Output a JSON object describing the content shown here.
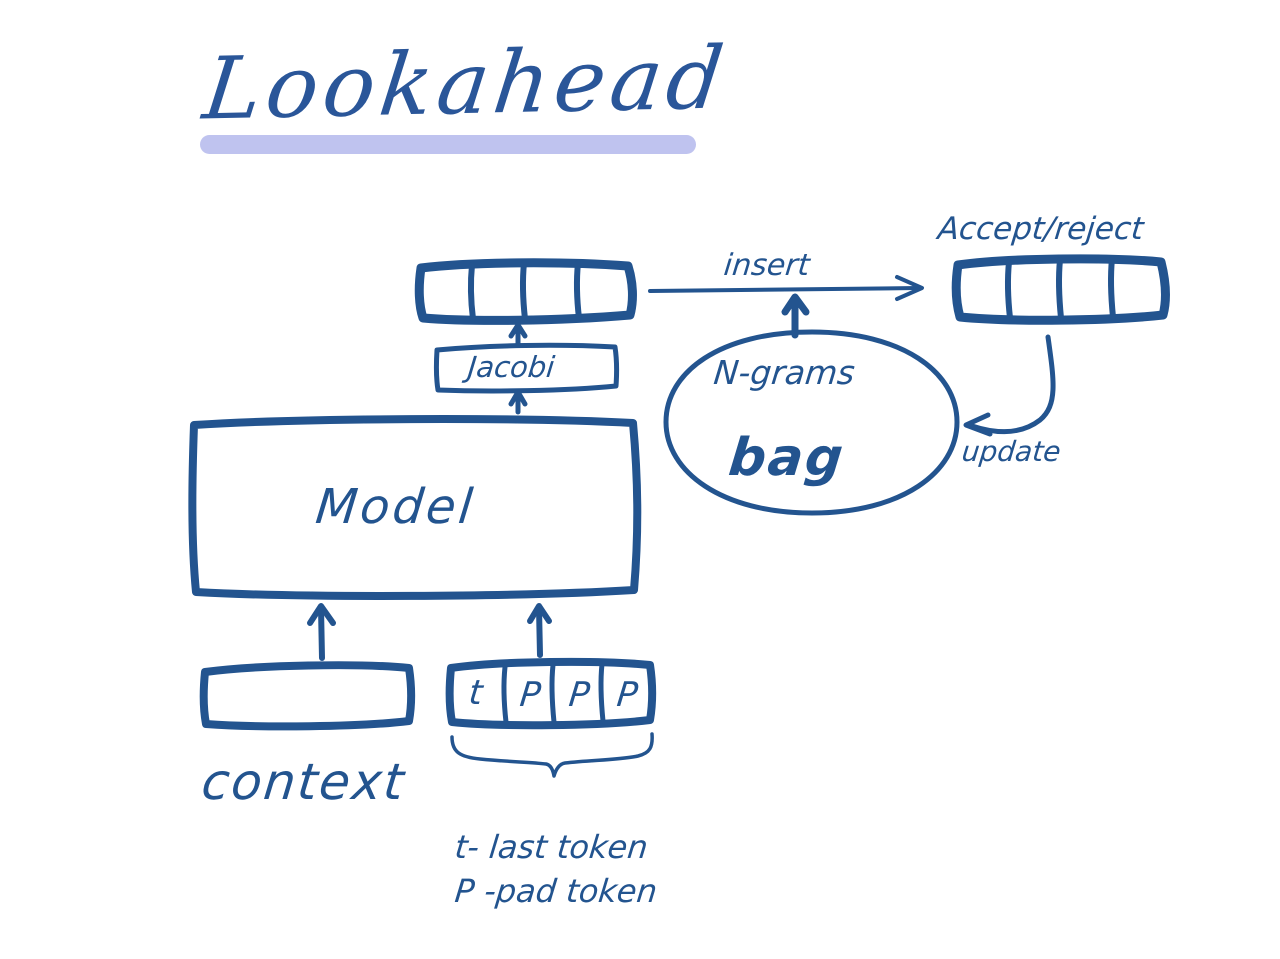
{
  "page": {
    "title": "Lookahead",
    "background_color": "#ffffff",
    "ink_color": "#23548f",
    "underline_color": "#bfc3ef"
  },
  "diagram": {
    "title_label": "Lookahead",
    "boxes": {
      "draft_output": {
        "label": "",
        "cells": [
          "",
          "",
          "",
          ""
        ]
      },
      "jacobi": {
        "label": "Jacobi"
      },
      "model": {
        "label": "Model"
      },
      "context": {
        "label": "context",
        "cells": [
          ""
        ]
      },
      "token_row": {
        "cells": [
          "t",
          "P",
          "P",
          "P"
        ]
      },
      "verify": {
        "label": "Accept/reject",
        "label_part_1": "Accept/",
        "label_part_2": "reject",
        "cells": [
          "",
          "",
          "",
          ""
        ]
      }
    },
    "bag": {
      "line1": "N-grams",
      "line2": "bag"
    },
    "arrows": {
      "insert": "insert",
      "update": "update"
    },
    "legend": [
      "t- last token",
      "P -pad token"
    ]
  },
  "chart_data": {
    "type": "diagram",
    "title": "Lookahead",
    "nodes": [
      {
        "id": "context",
        "label": "context",
        "type": "box",
        "cells": 1
      },
      {
        "id": "token_row",
        "label": "t P P P",
        "type": "cell-row",
        "cells": 4
      },
      {
        "id": "model",
        "label": "Model",
        "type": "box"
      },
      {
        "id": "jacobi",
        "label": "Jacobi",
        "type": "box"
      },
      {
        "id": "draft_output",
        "label": "",
        "type": "cell-row",
        "cells": 4
      },
      {
        "id": "ngrams_bag",
        "label": "N-grams bag",
        "type": "ellipse"
      },
      {
        "id": "verify",
        "label": "Accept/reject",
        "type": "cell-row",
        "cells": 4
      }
    ],
    "edges": [
      {
        "from": "context",
        "to": "model",
        "label": ""
      },
      {
        "from": "token_row",
        "to": "model",
        "label": ""
      },
      {
        "from": "model",
        "to": "jacobi",
        "label": ""
      },
      {
        "from": "jacobi",
        "to": "draft_output",
        "label": ""
      },
      {
        "from": "draft_output",
        "to": "verify",
        "label": "insert"
      },
      {
        "from": "ngrams_bag",
        "to": "insert_line",
        "label": ""
      },
      {
        "from": "verify",
        "to": "ngrams_bag",
        "label": "update"
      }
    ],
    "legend": [
      "t- last token",
      "P -pad token"
    ]
  }
}
